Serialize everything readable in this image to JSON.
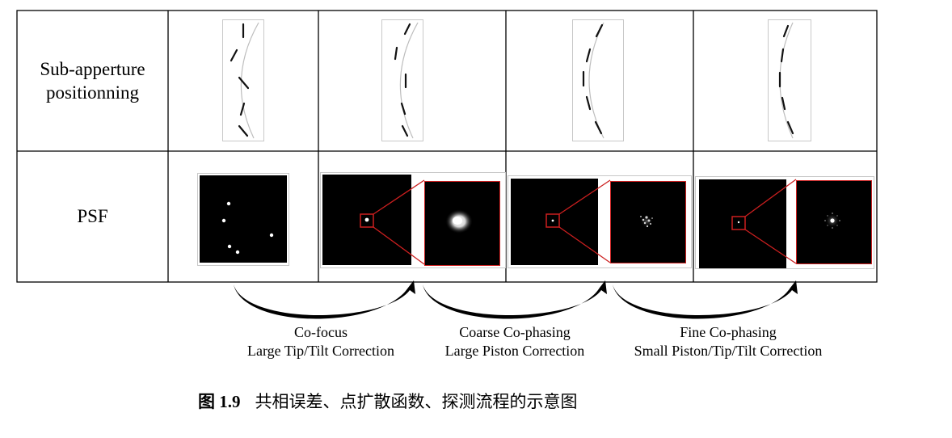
{
  "table": {
    "row_labels": {
      "subaperture_line1": "Sub-apperture",
      "subaperture_line2": "positionning",
      "psf": "PSF"
    }
  },
  "stages": [
    {
      "line1": "Co-focus",
      "line2": "Large Tip/Tilt Correction"
    },
    {
      "line1": "Coarse Co-phasing",
      "line2": "Large Piston Correction"
    },
    {
      "line1": "Fine Co-phasing",
      "line2": "Small Piston/Tip/Tilt Correction"
    }
  ],
  "caption": {
    "number": "图 1.9",
    "text": "共相误差、点扩散函数、探测流程的示意图"
  },
  "colors": {
    "zoom_box": "#cc1f1f",
    "grid_line": "#000000",
    "arrow": "#000000"
  }
}
